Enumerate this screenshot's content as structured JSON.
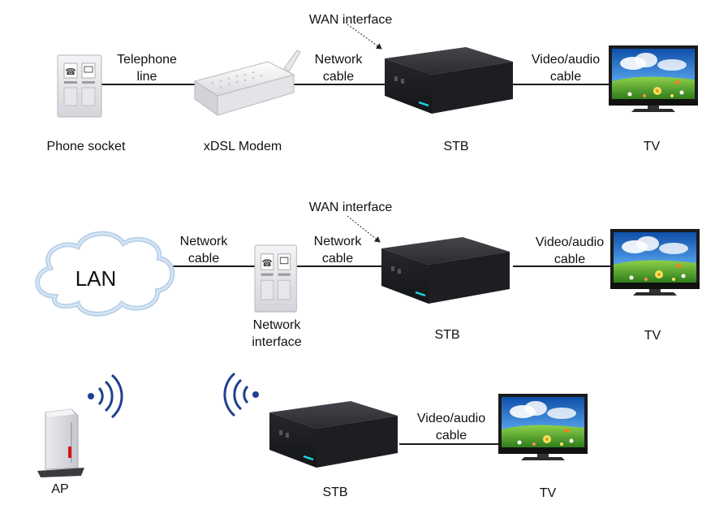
{
  "row1": {
    "wan_interface": "WAN interface",
    "telephone_line": [
      "Telephone",
      "line"
    ],
    "network_cable": [
      "Network",
      "cable"
    ],
    "video_audio_cable": [
      "Video/audio",
      "cable"
    ],
    "phone_socket": "Phone socket",
    "modem": "xDSL Modem",
    "stb": "STB",
    "tv": "TV"
  },
  "row2": {
    "lan": "LAN",
    "wan_interface": "WAN interface",
    "network_cable_left": [
      "Network",
      "cable"
    ],
    "network_cable_right": [
      "Network",
      "cable"
    ],
    "video_audio_cable": [
      "Video/audio",
      "cable"
    ],
    "network_interface": [
      "Network",
      "interface"
    ],
    "stb": "STB",
    "tv": "TV"
  },
  "row3": {
    "ap": "AP",
    "video_audio_cable": [
      "Video/audio",
      "cable"
    ],
    "stb": "STB",
    "tv": "TV"
  },
  "colors": {
    "stb_body": "#2b2c30",
    "stb_led": "#19d6e6",
    "wifi": "#1f3f8f",
    "cloud_stroke": "#b9d2ea",
    "sky": "#1e6fcf",
    "grass": "#5cb032"
  }
}
